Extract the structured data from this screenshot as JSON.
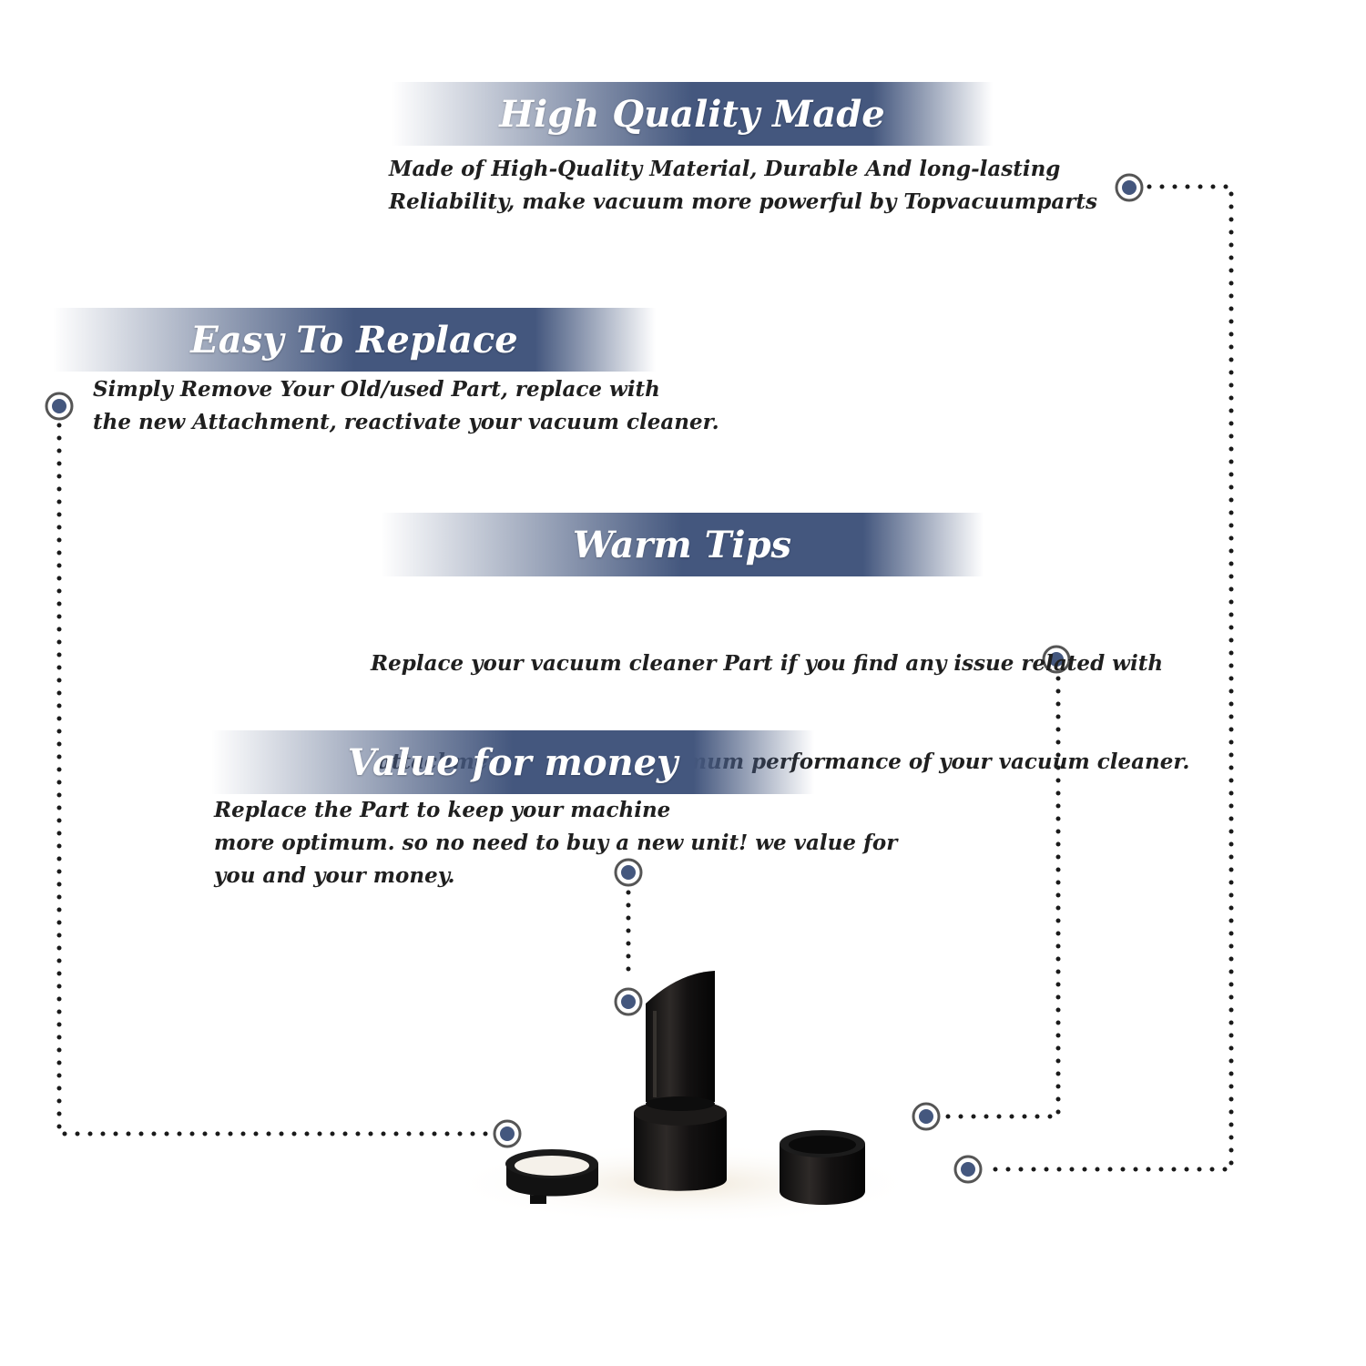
{
  "sections": [
    {
      "title": "High Quality Made",
      "lines": [
        "Made of  High-Quality Material, Durable And long-lasting",
        "Reliability, make vacuum more powerful by Topvacuumparts"
      ]
    },
    {
      "title": "Easy To Replace",
      "lines": [
        "Simply Remove Your Old/used Part, replace with",
        "the new Attachment, reactivate your vacuum cleaner."
      ]
    },
    {
      "title": "Warm Tips",
      "lines": [
        "Replace your vacuum cleaner Part if you find any issue related with",
        " attachment to ensure optimum performance of your vacuum cleaner."
      ]
    },
    {
      "title": "Value for money",
      "lines": [
        "Replace the Part to keep your machine",
        "more optimum. so no need to buy a new unit! we value for",
        "you and your money."
      ]
    }
  ],
  "colors": {
    "banner": "#44577e",
    "dot": "#44577e",
    "ring": "#555555",
    "text": "#1f1f1f"
  },
  "product": {
    "parts": [
      "ring-adapter",
      "nozzle-attachment",
      "cap-adapter"
    ]
  }
}
